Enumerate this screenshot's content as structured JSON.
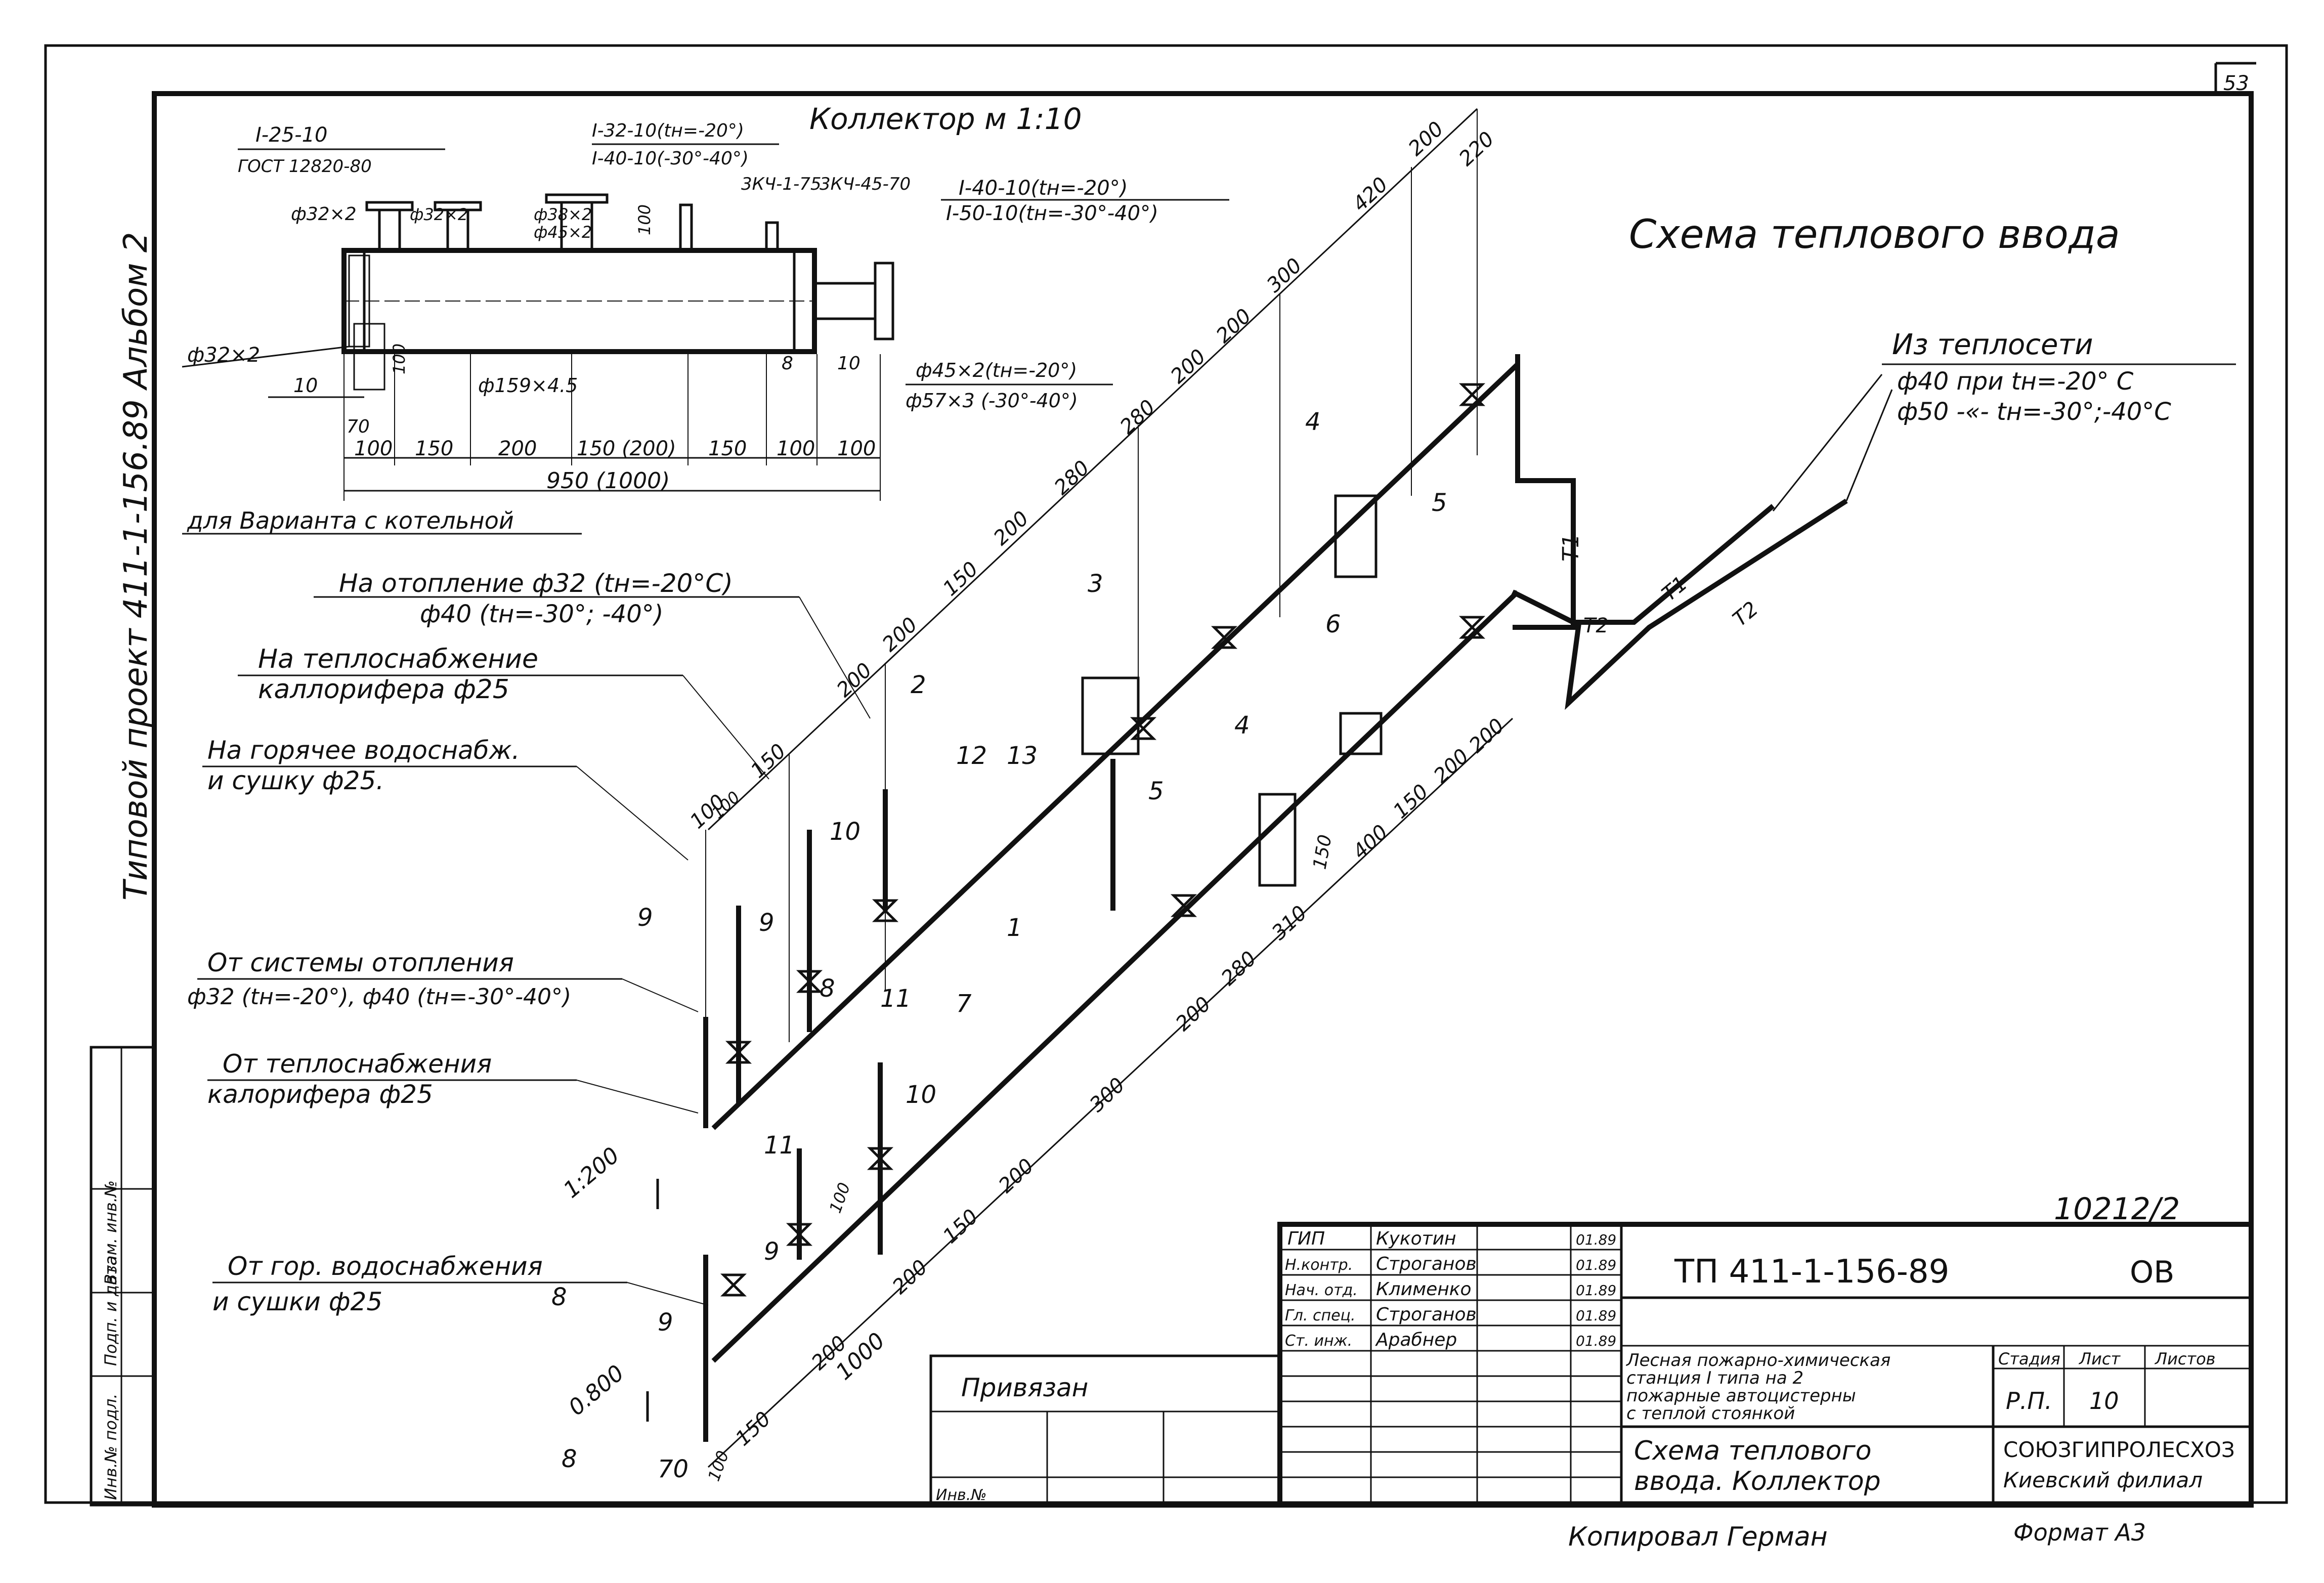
{
  "sheet_number": "53",
  "side_label": "Типовой проект 411-1-156.89 Альбом 2",
  "title": "Схема теплового ввода",
  "collector": {
    "title": "Коллектор м 1:10",
    "labels": {
      "flange_1": "I-25-10",
      "flange_1_gost": "ГОСТ 12820-80",
      "flange_2": "I-32-10(tн=-20°)",
      "flange_2b": "I-40-10(-30°-40°)",
      "valve_1": "3КЧ-1-75",
      "valve_2": "3КЧ-45-70",
      "flange_3": "I-40-10(tн=-20°)",
      "flange_3b": "I-50-10(tн=-30°-40°)",
      "d1": "ф32×2",
      "d2": "ф32×2",
      "d3": "ф38×2",
      "d4": "ф45×2",
      "d_body": "ф159×4.5",
      "d_left": "ф32×2",
      "d_out1": "ф45×2(tн=-20°)",
      "d_out2": "ф57×3 (-30°-40°)",
      "h100": "100",
      "h100b": "100",
      "n10a": "10",
      "n10b": "10",
      "n8": "8",
      "n70": "70"
    },
    "dims": [
      "100",
      "150",
      "200",
      "150 (200)",
      "150",
      "100",
      "100"
    ],
    "total": "950 (1000)",
    "note": "для Варианта с котельной"
  },
  "supply": {
    "title": "Из теплосети",
    "line1": "ф40 при tн=-20° С",
    "line2": "ф50 -«- tн=-30°;-40°С",
    "t1": "T1",
    "t2": "T2"
  },
  "branches": [
    {
      "id": "heating_out",
      "l1": "На отопление  ф32 (tн=-20°С)",
      "l2": "ф40 (tн=-30°; -40°)"
    },
    {
      "id": "calorifer_out",
      "l1": "На теплоснабжение",
      "l2": "каллорифера ф25"
    },
    {
      "id": "hotwater_out",
      "l1": "На горячее водоснабж.",
      "l2": "и сушку ф25."
    },
    {
      "id": "heating_ret",
      "l1": "От системы отопления",
      "l2": "ф32 (tн=-20°), ф40 (tн=-30°-40°)"
    },
    {
      "id": "calorifer_ret",
      "l1": "От теплоснабжения",
      "l2": "калорифера ф25"
    },
    {
      "id": "hotwater_ret",
      "l1": "От гор. водоснабжения",
      "l2": "и сушки ф25"
    }
  ],
  "slopes": {
    "s1": "1:200",
    "s2": "0.800"
  },
  "item_numbers": {
    "n1": "1",
    "n2": "2",
    "n3": "3",
    "n4a": "4",
    "n4b": "4",
    "n5a": "5",
    "n5b": "5",
    "n6": "6",
    "n7": "7",
    "n8a": "8",
    "n8b": "8",
    "n8c": "8",
    "n9a": "9",
    "n9b": "9",
    "n9c": "9",
    "n9d": "9",
    "n10a": "10",
    "n10b": "10",
    "n11a": "11",
    "n11b": "11",
    "n12": "12",
    "n13": "13",
    "n70": "70",
    "n100a": "100",
    "n100b": "100",
    "n100c": "100",
    "n1000": "1000"
  },
  "upper_dims": [
    "100",
    "150",
    "200",
    "200",
    "150",
    "200",
    "280",
    "280",
    "200",
    "200",
    "300",
    "420",
    "200",
    "220"
  ],
  "lower_dims": [
    "150",
    "200",
    "200",
    "150",
    "200",
    "300",
    "200",
    "280",
    "310",
    "150",
    "400",
    "150",
    "200",
    "200"
  ],
  "stamp": {
    "doc_code": "ТП 411-1-156-89",
    "sheet_code": "ОВ",
    "archive_no": "10212/2",
    "roles": [
      {
        "role": "ГИП",
        "name": "Кукотин",
        "date": "01.89"
      },
      {
        "role": "Н.контр.",
        "name": "Строганов",
        "date": "01.89"
      },
      {
        "role": "Нач. отд.",
        "name": "Клименко",
        "date": "01.89"
      },
      {
        "role": "Гл. спец.",
        "name": "Строганов",
        "date": "01.89"
      },
      {
        "role": "Ст. инж.",
        "name": "Арабнер",
        "date": "01.89"
      }
    ],
    "project_title_1": "Лесная пожарно-химическая",
    "project_title_2": "станция I типа на 2",
    "project_title_3": "пожарные автоцистерны",
    "project_title_4": "с теплой стоянкой",
    "stage_h": "Стадия",
    "sheet_h": "Лист",
    "sheets_h": "Листов",
    "stage": "Р.П.",
    "sheet": "10",
    "drawing_title_1": "Схема теплового",
    "drawing_title_2": "ввода. Коллектор",
    "org_1": "СОЮЗГИПРОЛЕСХОЗ",
    "org_2": "Киевский филиал",
    "bound": "Привязан",
    "inv": "Инв.№"
  },
  "left_box": [
    "Инв.№ подл.",
    "Подп. и дата",
    "Взам. инв.№"
  ],
  "footer": {
    "copied": "Копировал Герман",
    "format": "Формат А3"
  }
}
